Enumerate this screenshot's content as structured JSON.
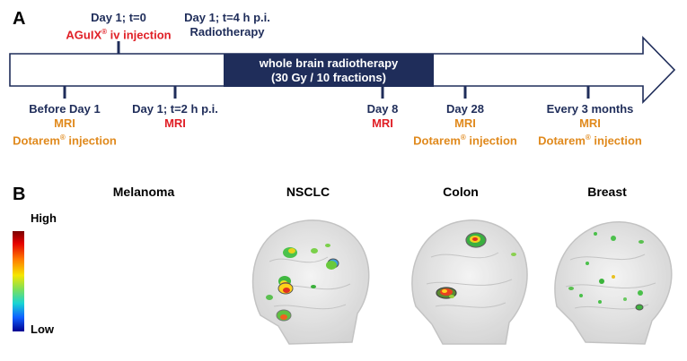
{
  "panel_a": {
    "label": "A",
    "top_events": [
      {
        "line1": "Day 1; t=0",
        "line2_pre": "AGuIX",
        "line2_sup": "®",
        "line2_post": " iv injection"
      },
      {
        "line1": "Day 1; t=4 h p.i.",
        "line2": "Radiotherapy"
      }
    ],
    "box": {
      "line1": "whole brain radiotherapy",
      "line2": "(30 Gy / 10 fractions)"
    },
    "bottom_events": [
      {
        "line1": "Before Day 1",
        "line2": "MRI",
        "line3_pre": "Dotarem",
        "line3_sup": "®",
        "line3_post": " injection"
      },
      {
        "line1": "Day 1; t=2 h p.i.",
        "line2": "MRI"
      },
      {
        "line1": "Day 8",
        "line2": "MRI"
      },
      {
        "line1": "Day 28",
        "line2": "MRI",
        "line3_pre": "Dotarem",
        "line3_sup": "®",
        "line3_post": " injection"
      },
      {
        "line1": "Every 3 months",
        "line2": "MRI",
        "line3_pre": "Dotarem",
        "line3_sup": "®",
        "line3_post": " injection"
      }
    ]
  },
  "panel_b": {
    "label": "B",
    "legend": {
      "high": "High",
      "low": "Low"
    },
    "titles": [
      "Melanoma",
      "NSCLC",
      "Colon",
      "Breast"
    ]
  }
}
